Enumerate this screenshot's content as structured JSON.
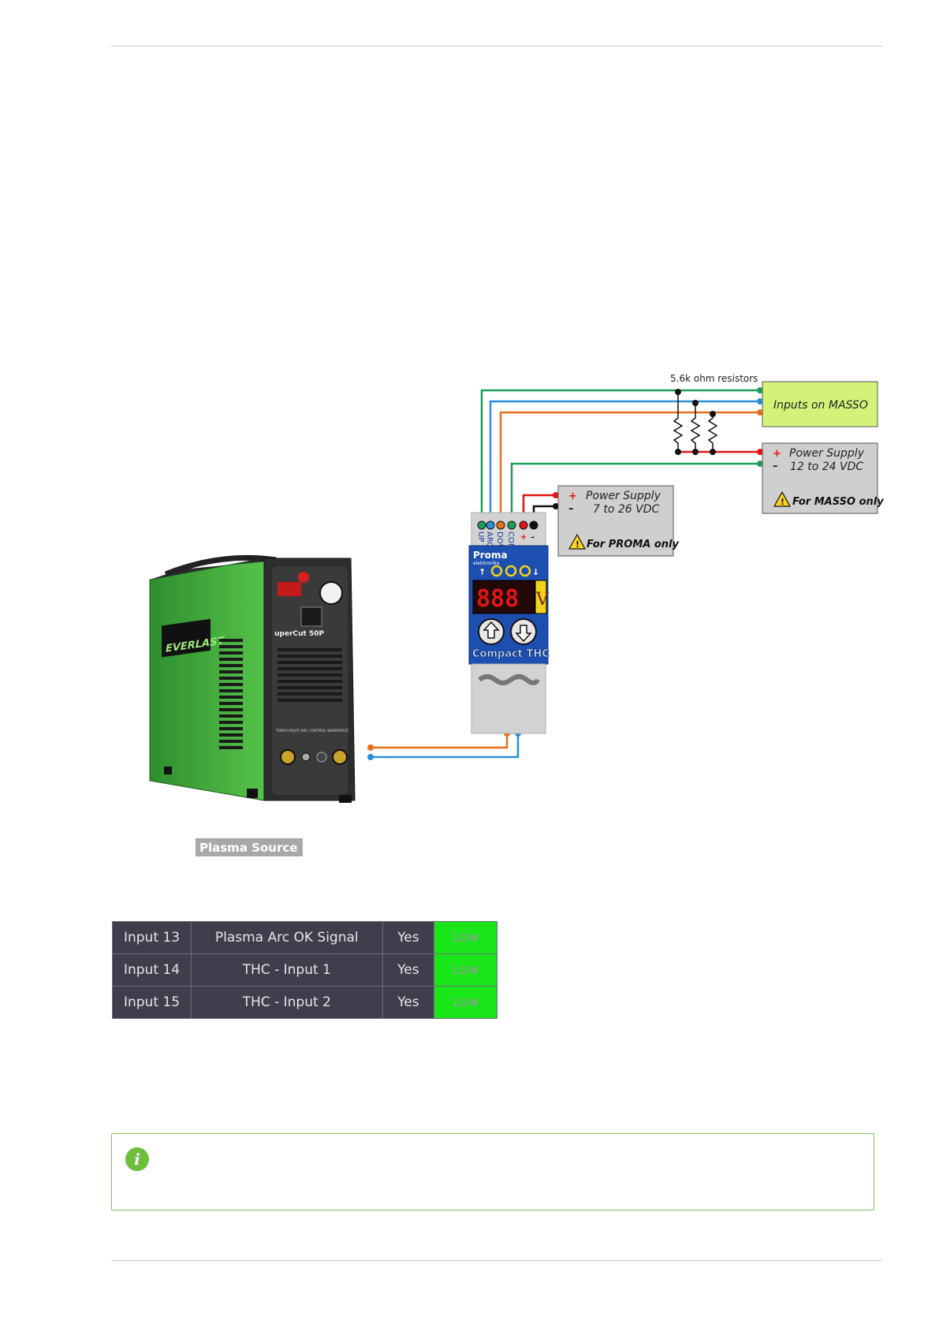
{
  "diagram": {
    "resistor_label": "5.6k ohm resistors",
    "masso_box": "Inputs on MASSO",
    "psu_masso": {
      "title": "Power Supply",
      "range": "12 to 24 VDC",
      "warning": "For MASSO only",
      "plus": "+",
      "minus": "–"
    },
    "psu_proma": {
      "title": "Power Supply",
      "range": "7 to 26 VDC",
      "warning": "For PROMA only",
      "plus": "+",
      "minus": "–"
    },
    "thc_terminals": [
      "UP",
      "ARC",
      "DOWN",
      "COM",
      "+",
      "–"
    ],
    "thc_brand": "Proma",
    "thc_sub": "elektronika",
    "thc_display": "888",
    "thc_unit": "V",
    "thc_name": "Compact THC",
    "plasma_brand": "EVERLAST",
    "plasma_model": "uperCut 50P",
    "plasma_panel": "TORCH  PILOT ARC  CONTROL  WORKPIECE",
    "plasma_label": "Plasma Source"
  },
  "io_table": {
    "rows": [
      {
        "input": "Input 13",
        "function": "Plasma Arc OK Signal",
        "active": "Yes",
        "state": "Low"
      },
      {
        "input": "Input 14",
        "function": "THC - Input 1",
        "active": "Yes",
        "state": "Low"
      },
      {
        "input": "Input 15",
        "function": "THC - Input 2",
        "active": "Yes",
        "state": "Low"
      }
    ]
  },
  "colors": {
    "green_wire": "#1f9e5a",
    "blue_wire": "#2a8fd8",
    "orange_wire": "#e8701a",
    "red_wire": "#e01515",
    "masso_box": "#d4f27a",
    "psu_box": "#cfcfcf",
    "thc_body": "#1d4fb0",
    "plasma_body": "#3aa83a",
    "state_low": "#19e619"
  }
}
